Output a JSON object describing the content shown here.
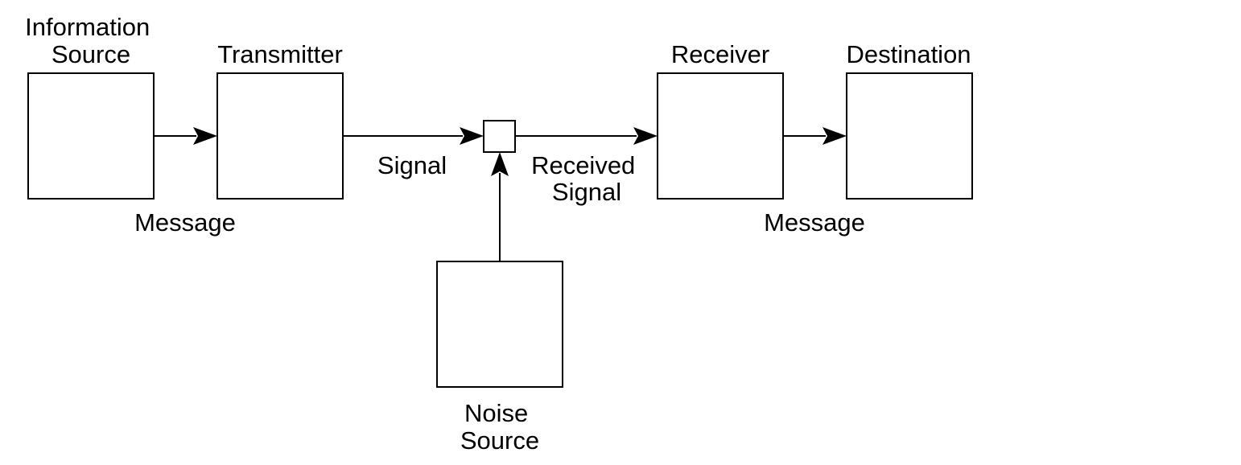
{
  "labels": {
    "information_source": [
      "Information",
      "Source"
    ],
    "transmitter": "Transmitter",
    "receiver": "Receiver",
    "destination": "Destination",
    "noise_source": [
      "Noise",
      "Source"
    ],
    "signal": "Signal",
    "received_signal": [
      "Received",
      "Signal"
    ],
    "message_sent": "Message",
    "message_received": "Message"
  },
  "colors": {
    "stroke": "#000000",
    "background": "#ffffff"
  }
}
